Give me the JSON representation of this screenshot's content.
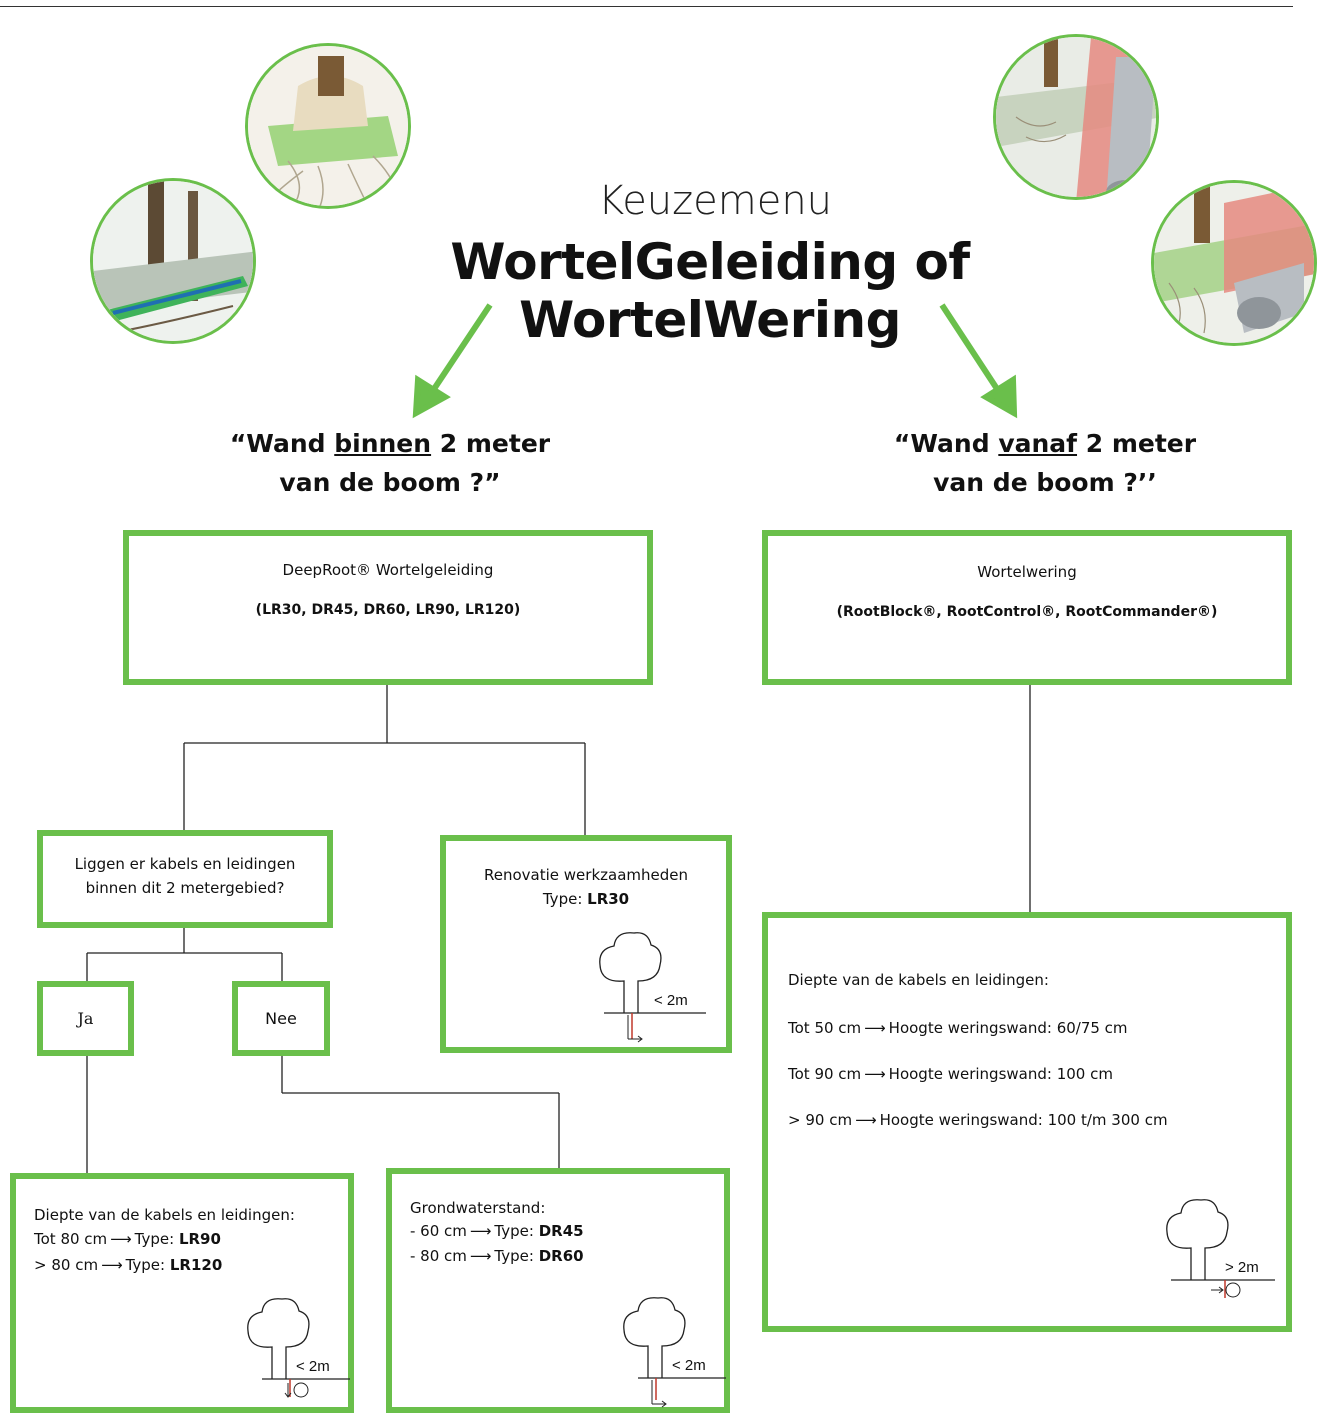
{
  "header": {
    "title_light": "Keuzemenu",
    "title_bold": "WortelGeleiding of  WortelWering"
  },
  "left_branch": {
    "question_pre": "“Wand ",
    "question_underline": "binnen",
    "question_post": " 2 meter",
    "question_line2": "van de boom ?”",
    "main_box": {
      "title": "DeepRoot® Wortelgeleiding",
      "types": "(LR30, DR45, DR60, LR90, LR120)"
    },
    "cables_question": {
      "line1": "Liggen er kabels en leidingen",
      "line2": "binnen dit 2 metergebied?"
    },
    "yes_label": "Ja",
    "no_label": "Nee",
    "renovation_box": {
      "title": "Renovatie werkzaamheden",
      "type_prefix": "Type: ",
      "type_value": "LR30",
      "icon_label": "< 2m"
    },
    "depth_box": {
      "heading": "Diepte van de kabels en leidingen:",
      "row1_prefix": "Tot 80 cm",
      "row1_type_prefix": "Type: ",
      "row1_type": "LR90",
      "row2_prefix": "> 80 cm",
      "row2_type_prefix": "Type: ",
      "row2_type": "LR120",
      "icon_label": "< 2m"
    },
    "groundwater_box": {
      "heading": "Grondwaterstand:",
      "row1_prefix": "- 60 cm",
      "row1_type_prefix": "Type: ",
      "row1_type": "DR45",
      "row2_prefix": "- 80 cm",
      "row2_type_prefix": "Type: ",
      "row2_type": "DR60",
      "icon_label": "< 2m"
    }
  },
  "right_branch": {
    "question_pre": "“Wand ",
    "question_underline": "vanaf",
    "question_post": " 2 meter",
    "question_line2": "van de boom ?’’",
    "main_box": {
      "title": "Wortelwering",
      "types": "(RootBlock®, RootControl®, RootCommander®)"
    },
    "depth_box": {
      "heading": "Diepte van de kabels en leidingen:",
      "row1_prefix": "Tot 50 cm",
      "row1_value": "Hoogte weringswand: 60/75 cm",
      "row2_prefix": "Tot 90 cm",
      "row2_value": "Hoogte weringswand: 100 cm",
      "row3_prefix": "> 90 cm",
      "row3_value": "Hoogte weringswand: 100 t/m 300 cm",
      "icon_label": "> 2m"
    }
  },
  "colors": {
    "accent_green": "#6abf4b",
    "line": "#222222",
    "marker_red": "#c0392b"
  }
}
